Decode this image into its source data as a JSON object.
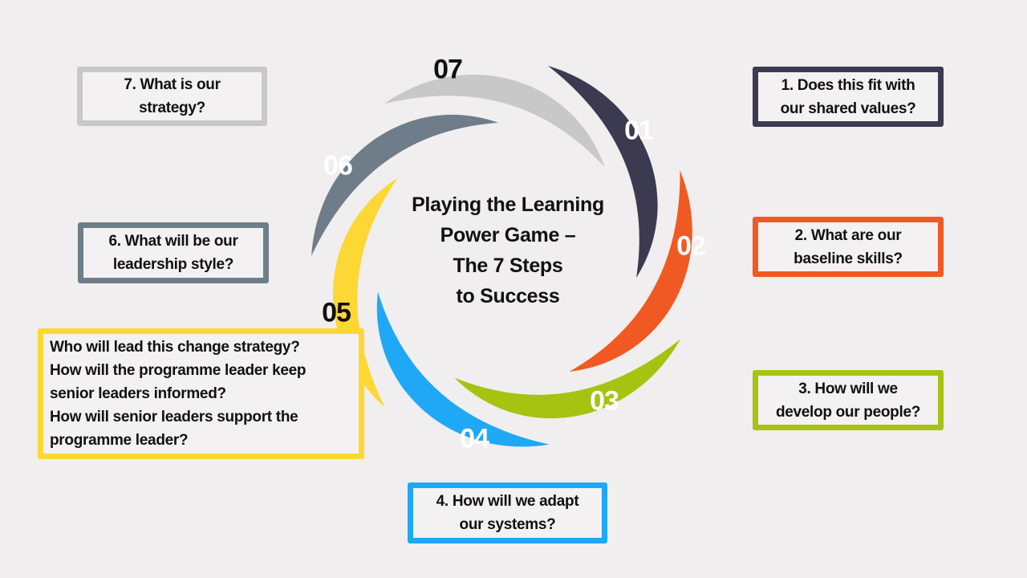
{
  "title": [
    "Playing the Learning",
    "Power Game –",
    "The 7 Steps",
    "to Success"
  ],
  "steps": [
    {
      "num": "01",
      "color": "#3b3a50",
      "num_color": "#ffffff",
      "lines": [
        "1. Does this fit with",
        "our shared values?"
      ]
    },
    {
      "num": "02",
      "color": "#f05a22",
      "num_color": "#ffffff",
      "lines": [
        "2. What are our",
        "baseline skills?"
      ]
    },
    {
      "num": "03",
      "color": "#a6c312",
      "num_color": "#ffffff",
      "lines": [
        "3. How will we",
        "develop our people?"
      ]
    },
    {
      "num": "04",
      "color": "#1fa8f5",
      "num_color": "#ffffff",
      "lines": [
        "4. How will we adapt",
        "our systems?"
      ]
    },
    {
      "num": "05",
      "color": "#fdd835",
      "num_color": "#111111",
      "lines": [
        "Who will lead this change strategy?",
        "How will the programme leader keep",
        "senior leaders informed?",
        "How will senior leaders support the",
        "programme leader?"
      ]
    },
    {
      "num": "06",
      "color": "#6f7d8a",
      "num_color": "#ffffff",
      "lines": [
        "6. What will be our",
        "leadership style?"
      ]
    },
    {
      "num": "07",
      "color": "#c8c8c8",
      "num_color": "#111111",
      "lines": [
        "7. What is our",
        "strategy?"
      ]
    }
  ]
}
